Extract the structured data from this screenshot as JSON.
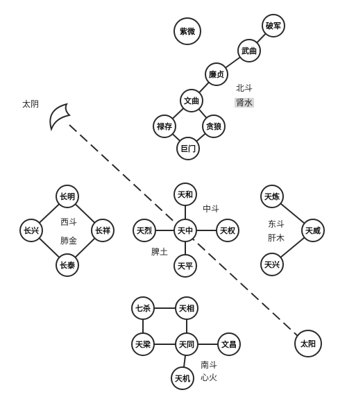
{
  "north": {
    "stars": [
      "紫微",
      "破军",
      "武曲",
      "廉贞",
      "文曲",
      "禄存",
      "贪狼",
      "巨门"
    ],
    "label": [
      "北斗",
      "肾水"
    ]
  },
  "moon": {
    "label": "太阴"
  },
  "sun": {
    "label": "太阳"
  },
  "center": {
    "stars": [
      "天和",
      "天烈",
      "天中",
      "天权",
      "天平"
    ],
    "label": [
      "中斗",
      "脾土"
    ]
  },
  "west": {
    "stars": [
      "长明",
      "长兴",
      "长祥",
      "长泰"
    ],
    "label": [
      "西斗",
      "肺金"
    ]
  },
  "east": {
    "stars": [
      "天炼",
      "天威",
      "天兴"
    ],
    "label": [
      "东斗",
      "肝木"
    ]
  },
  "south": {
    "stars": [
      "七杀",
      "天相",
      "天梁",
      "天同",
      "文昌",
      "天机"
    ],
    "label": [
      "南斗",
      "心火"
    ]
  },
  "colors": {
    "ink": "#2a2a2a",
    "highlight": "#d8d8d8"
  }
}
